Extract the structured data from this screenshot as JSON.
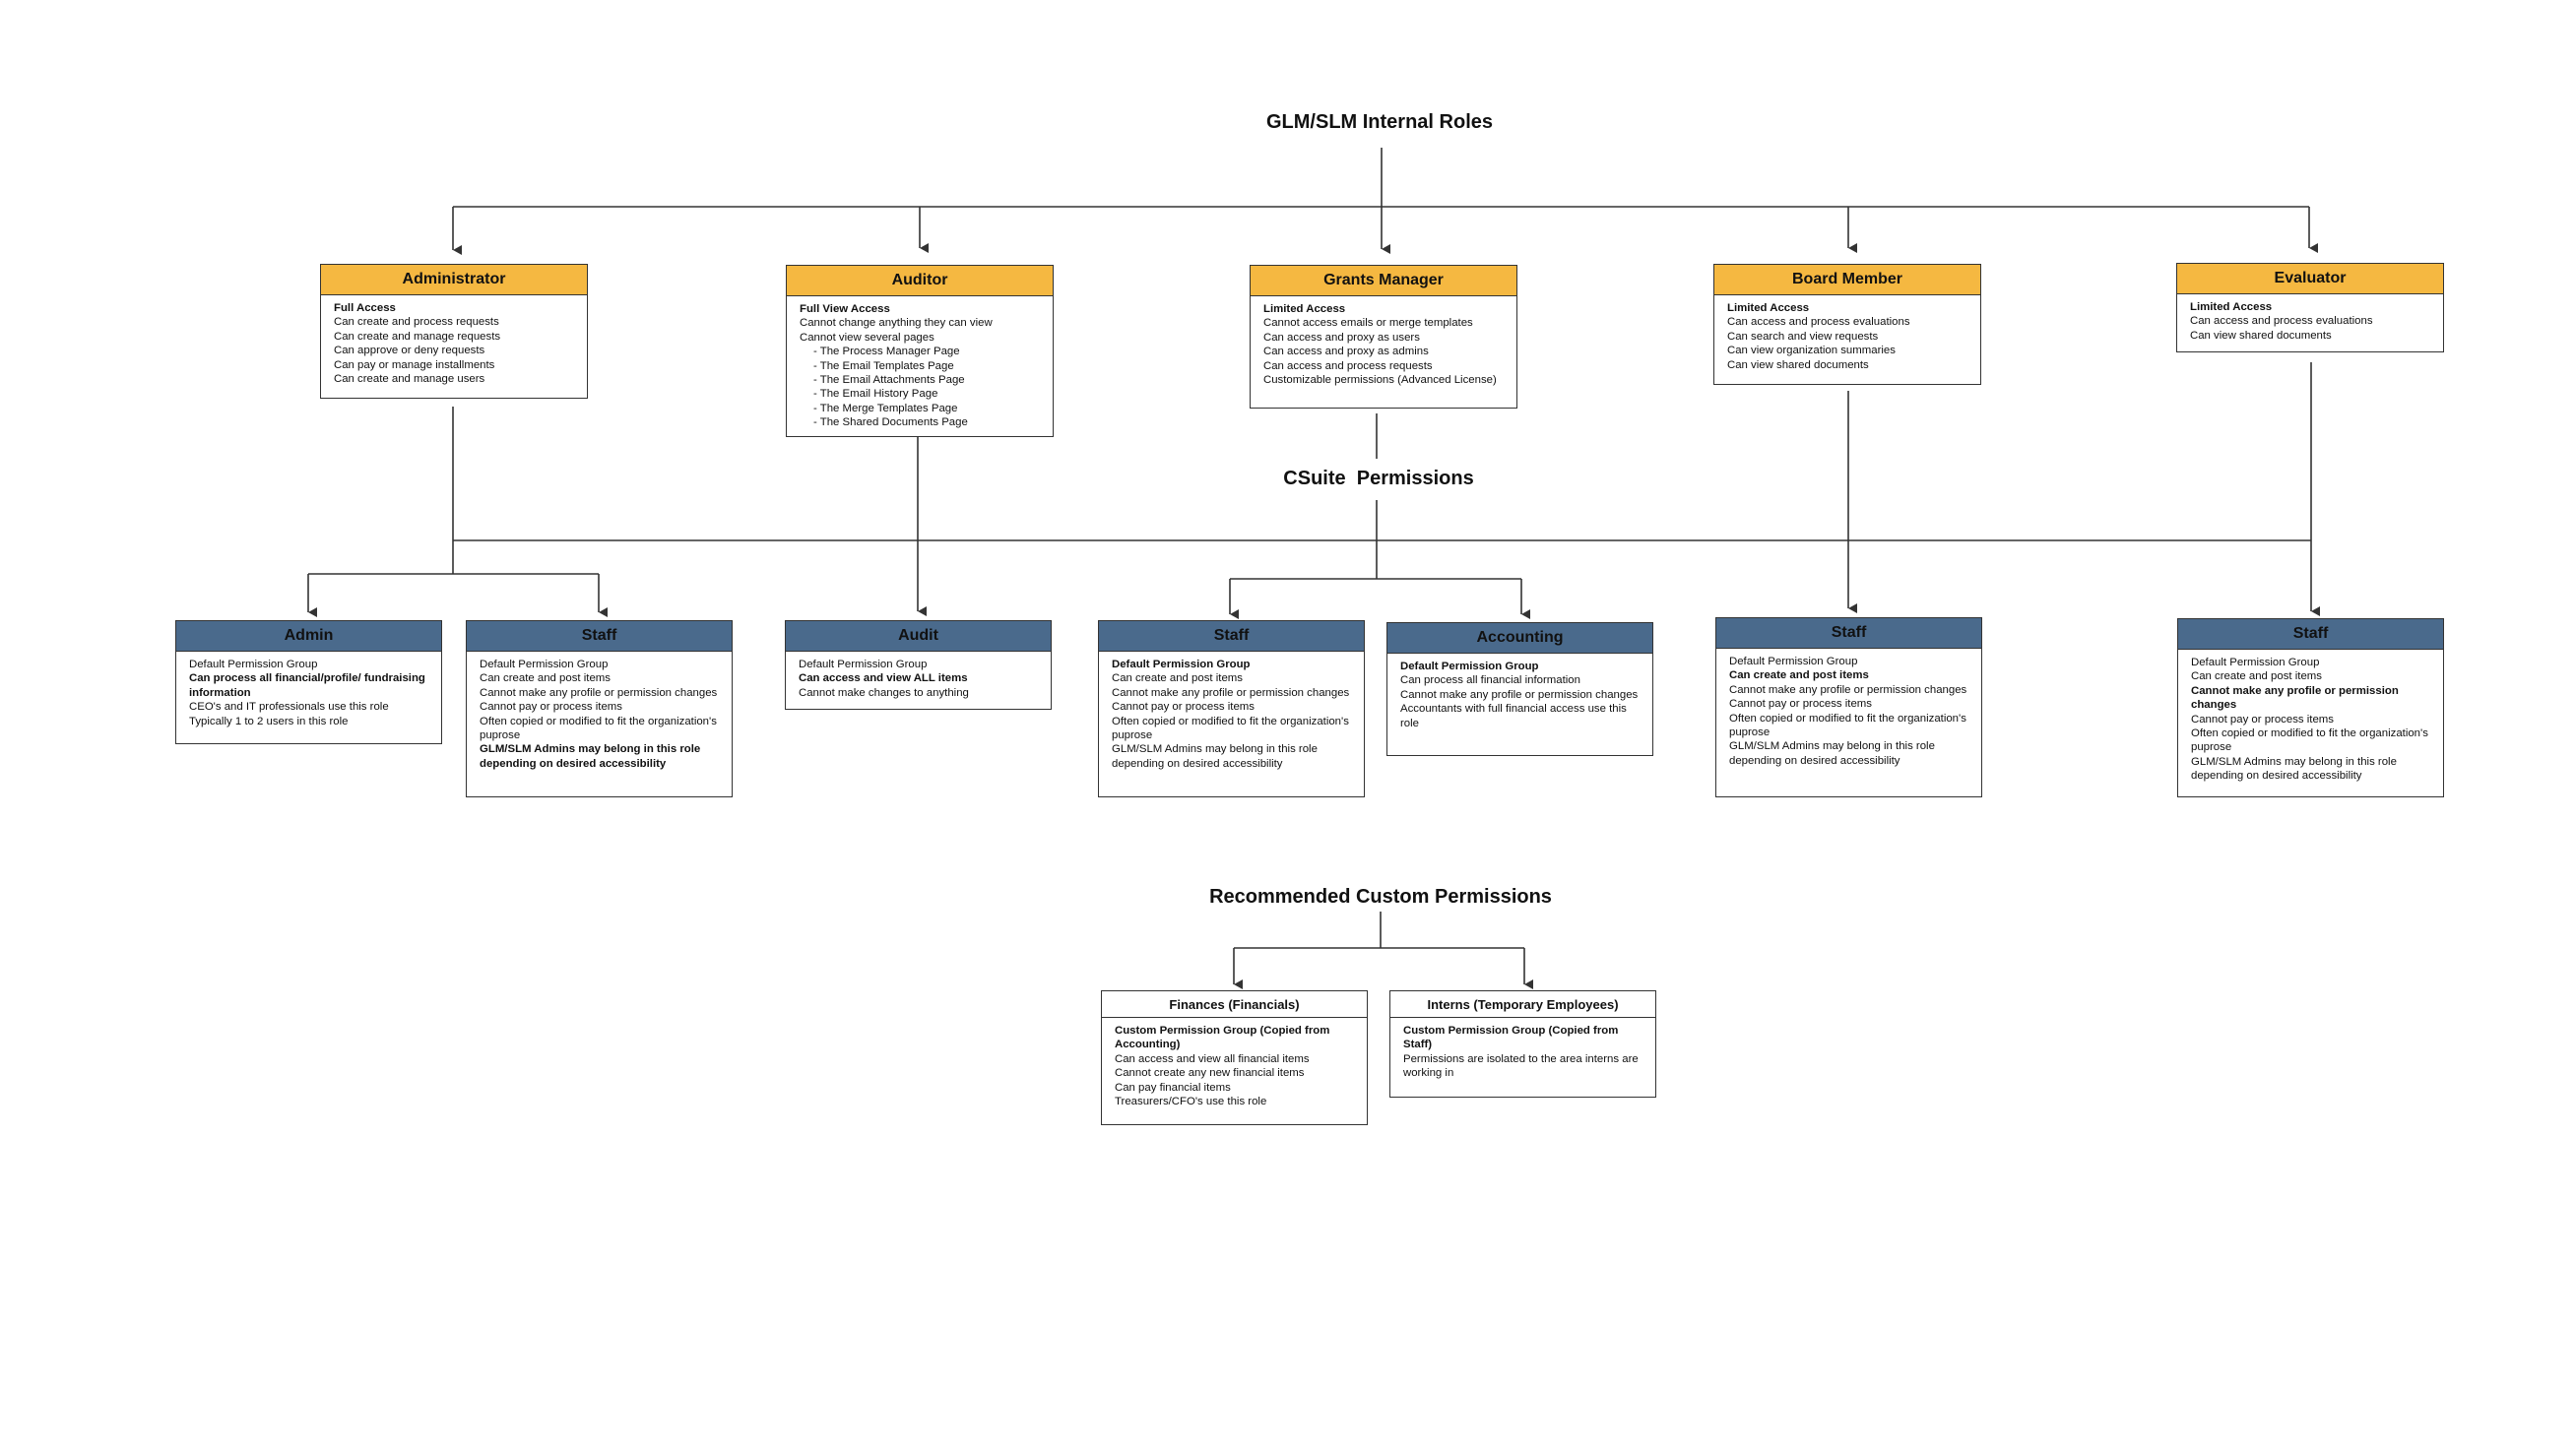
{
  "title": "GLM/SLM Internal Roles",
  "csuite_title": "CSuite  Permissions",
  "custom_title": "Recommended Custom Permissions",
  "colors": {
    "role_header": "#f5b841",
    "permission_header": "#4a6a8c",
    "line": "#333333"
  },
  "roles": [
    {
      "title": "Administrator",
      "lines": [
        {
          "text": "Full Access",
          "bold": true
        },
        {
          "text": "Can create and process requests"
        },
        {
          "text": "Can create and manage requests"
        },
        {
          "text": "Can approve or deny requests"
        },
        {
          "text": "Can pay or manage installments"
        },
        {
          "text": "Can create and manage users"
        }
      ]
    },
    {
      "title": "Auditor",
      "lines": [
        {
          "text": "Full View Access",
          "bold": true
        },
        {
          "text": "Cannot change anything they can view"
        },
        {
          "text": "Cannot view several pages"
        },
        {
          "text": "- The Process Manager Page",
          "sub": true
        },
        {
          "text": "- The Email Templates Page",
          "sub": true
        },
        {
          "text": "- The Email Attachments Page",
          "sub": true
        },
        {
          "text": "- The Email History Page",
          "sub": true
        },
        {
          "text": "- The Merge Templates Page",
          "sub": true
        },
        {
          "text": "- The Shared Documents Page",
          "sub": true
        }
      ]
    },
    {
      "title": "Grants Manager",
      "lines": [
        {
          "text": "Limited Access",
          "bold": true
        },
        {
          "text": "Cannot access emails or merge templates"
        },
        {
          "text": "Can access and proxy as users"
        },
        {
          "text": "Can access and proxy as admins"
        },
        {
          "text": "Can access and process requests"
        },
        {
          "text": "Customizable permissions (Advanced License)"
        }
      ]
    },
    {
      "title": "Board Member",
      "lines": [
        {
          "text": "Limited Access",
          "bold": true
        },
        {
          "text": "Can access and process evaluations"
        },
        {
          "text": "Can search and view requests"
        },
        {
          "text": "Can view organization summaries"
        },
        {
          "text": "Can view shared documents"
        }
      ]
    },
    {
      "title": "Evaluator",
      "lines": [
        {
          "text": "Limited Access",
          "bold": true
        },
        {
          "text": "Can access and process evaluations"
        },
        {
          "text": "Can view shared documents"
        }
      ]
    }
  ],
  "permissions": [
    {
      "title": "Admin",
      "lines": [
        {
          "text": "Default Permission Group"
        },
        {
          "text": "Can process all financial/profile/ fundraising information",
          "bold": true
        },
        {
          "text": "CEO's and IT professionals use this role"
        },
        {
          "text": "Typically 1 to 2 users in this role"
        }
      ]
    },
    {
      "title": "Staff",
      "lines": [
        {
          "text": "Default Permission Group"
        },
        {
          "text": "Can create and post items"
        },
        {
          "text": "Cannot make any profile or permission changes"
        },
        {
          "text": "Cannot pay or process items"
        },
        {
          "text": "Often copied or modified to fit the organization's puprose"
        },
        {
          "text": "GLM/SLM Admins may belong in this role depending on desired accessibility",
          "bold": true
        }
      ]
    },
    {
      "title": "Audit",
      "lines": [
        {
          "text": "Default Permission Group"
        },
        {
          "text": "Can access and view ALL items",
          "bold": true
        },
        {
          "text": "Cannot make changes to anything"
        }
      ]
    },
    {
      "title": "Staff",
      "lines": [
        {
          "text": "Default Permission Group",
          "bold": true
        },
        {
          "text": "Can create and post items"
        },
        {
          "text": "Cannot make any profile or permission changes"
        },
        {
          "text": "Cannot pay or process items"
        },
        {
          "text": "Often copied or modified to fit the organization's puprose"
        },
        {
          "text": "GLM/SLM Admins may belong in this role depending on desired accessibility"
        }
      ]
    },
    {
      "title": "Accounting",
      "lines": [
        {
          "text": "Default Permission Group",
          "bold": true
        },
        {
          "text": "Can process all financial information"
        },
        {
          "text": "Cannot make any profile or permission changes"
        },
        {
          "text": "Accountants with full financial access use this role"
        }
      ]
    },
    {
      "title": "Staff",
      "lines": [
        {
          "text": "Default Permission Group"
        },
        {
          "text": "Can create and post items",
          "bold": true
        },
        {
          "text": "Cannot make any profile or permission changes"
        },
        {
          "text": "Cannot pay or process items"
        },
        {
          "text": "Often copied or modified to fit the organization's puprose"
        },
        {
          "text": "GLM/SLM Admins may belong in this role depending on desired accessibility"
        }
      ]
    },
    {
      "title": "Staff",
      "lines": [
        {
          "text": "Default Permission Group"
        },
        {
          "text": "Can create and post items"
        },
        {
          "text": "Cannot make any profile or permission changes",
          "bold": true
        },
        {
          "text": "Cannot pay or process items"
        },
        {
          "text": "Often copied or modified to fit the organization's puprose"
        },
        {
          "text": "GLM/SLM Admins may belong in this role depending on desired accessibility"
        }
      ]
    }
  ],
  "custom": [
    {
      "title": "Finances (Financials)",
      "lines": [
        {
          "text": "Custom Permission Group (Copied from Accounting)",
          "bold": true
        },
        {
          "text": "Can access and view all financial items"
        },
        {
          "text": "Cannot create any new financial items"
        },
        {
          "text": "Can pay financial items"
        },
        {
          "text": "Treasurers/CFO's use this role"
        }
      ]
    },
    {
      "title": "Interns (Temporary Employees)",
      "lines": [
        {
          "text": "Custom Permission Group (Copied from Staff)",
          "bold": true
        },
        {
          "text": "Permissions are isolated to the area interns are working in"
        }
      ]
    }
  ]
}
